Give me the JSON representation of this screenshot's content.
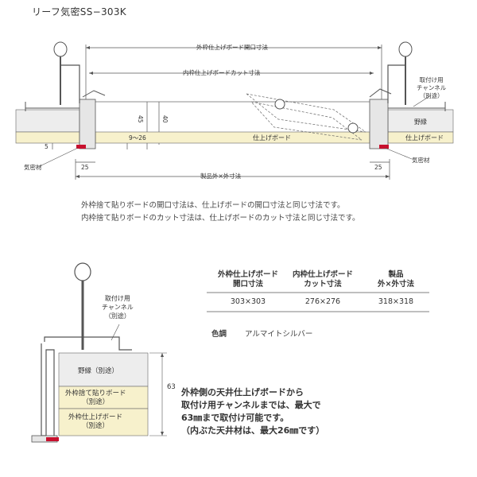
{
  "title": "リーフ気密SS−303K",
  "top_diagram": {
    "dim_outer_opening": "外枠仕上げボード開口寸法",
    "dim_inner_cut": "内枠仕上げボードカット寸法",
    "dim_product": "製品外×外寸法",
    "dim_45": "45",
    "dim_40": "40",
    "dim_9_26": "9〜26",
    "dim_5": "5",
    "dim_25_left": "25",
    "dim_25_right": "25",
    "label_channel": "取付け用\nチャンネル\n（別途）",
    "label_channel_lines": [
      "取付け用",
      "チャンネル",
      "（別途）"
    ],
    "label_noen": "野縁",
    "label_board_left": "仕上げボード",
    "label_board_right": "仕上げボード",
    "label_airtight_left": "気密材",
    "label_airtight_right": "気密材"
  },
  "notes": [
    "外枠捨て貼りボードの開口寸法は、仕上げボードの開口寸法と同じ寸法です。",
    "内枠捨て貼りボードのカット寸法は、仕上げボードのカット寸法と同じ寸法です。"
  ],
  "bottom_diagram": {
    "label_channel_lines": [
      "取付け用",
      "チャンネル",
      "（別途）"
    ],
    "label_noen": "野縁（別途）",
    "label_sutebari_1": "外枠捨て貼りボード",
    "label_sutebari_2": "（別途）",
    "label_shiage_1": "外枠仕上げボード",
    "label_shiage_2": "（別途）",
    "dim_63": "63"
  },
  "spec_table": {
    "headers": [
      [
        "外枠仕上げボード",
        "開口寸法"
      ],
      [
        "内枠仕上げボード",
        "カット寸法"
      ],
      [
        "製品",
        "外×外寸法"
      ]
    ],
    "values": [
      "303×303",
      "276×276",
      "318×318"
    ]
  },
  "color": {
    "label": "色調",
    "value": "アルマイトシルバー"
  },
  "install_note": [
    "外枠側の天井仕上げボードから",
    "取付け用チャンネルまでは、最大で",
    "63㎜まで取付け可能です。",
    "（内ぶた天井材は、最大26㎜です）"
  ],
  "colors": {
    "board": "#f7f1cc",
    "frame": "#e6e6e6",
    "line": "#555555",
    "airtight": "#c8102e"
  }
}
